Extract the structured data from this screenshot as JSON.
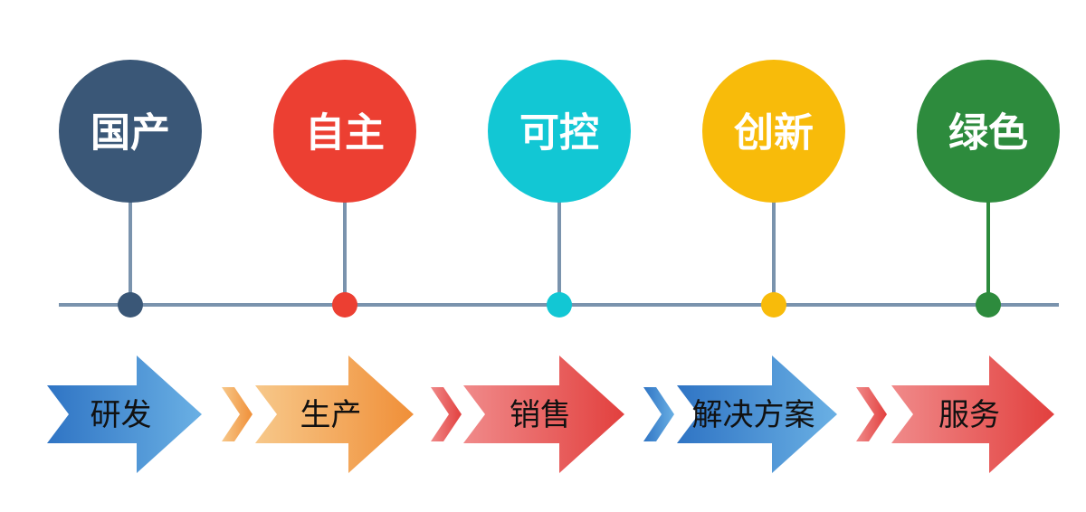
{
  "pillars": [
    {
      "label": "国产",
      "color": "#3a5777"
    },
    {
      "label": "自主",
      "color": "#ec3f32"
    },
    {
      "label": "可控",
      "color": "#12c7d4"
    },
    {
      "label": "创新",
      "color": "#f8bb0a"
    },
    {
      "label": "绿色",
      "color": "#2d8b3d"
    }
  ],
  "timeline_color": "#7a93ad",
  "stages": [
    {
      "label": "研发",
      "style": "blue"
    },
    {
      "label": "生产",
      "style": "orange"
    },
    {
      "label": "销售",
      "style": "red"
    },
    {
      "label": "解决方案",
      "style": "blue"
    },
    {
      "label": "服务",
      "style": "red"
    }
  ],
  "gradients": {
    "blue": [
      "#2f74c4",
      "#6ab0e4"
    ],
    "orange": [
      "#f7c88a",
      "#f08f38"
    ],
    "red": [
      "#f08a8a",
      "#e2403e"
    ]
  }
}
